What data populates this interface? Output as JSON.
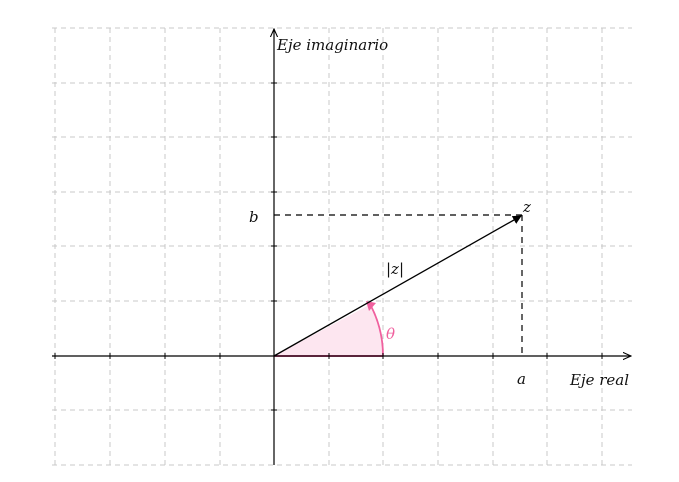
{
  "diagram": {
    "y_axis_label": "Eje imaginario",
    "x_axis_label": "Eje real",
    "point_label": "z",
    "modulus_label": "|z|",
    "angle_label": "θ",
    "real_part_label": "a",
    "imag_part_label": "b",
    "colors": {
      "grid": "#c8c8c8",
      "axis": "#000000",
      "vector": "#000000",
      "angle_stroke": "#f0609e",
      "angle_fill": "#fde6f0",
      "angle_text": "#f0609e"
    }
  }
}
